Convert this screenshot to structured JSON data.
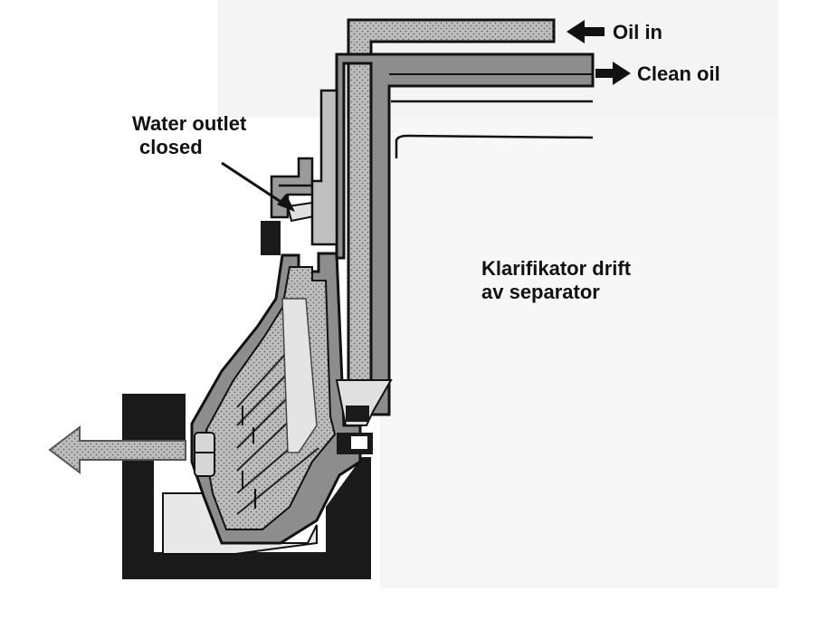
{
  "labels": {
    "oil_in": "Oil in",
    "clean_oil": "Clean oil",
    "water_outlet_line1": "Water outlet",
    "water_outlet_line2": "closed",
    "mode_line1": "Klarifikator drift",
    "mode_line2": "av separator"
  },
  "icons": [
    "arrow-left-icon",
    "arrow-right-icon",
    "outlet-arrow-icon"
  ],
  "colors": {
    "ink": "#111111",
    "steel": "#8d8d8d",
    "oil_fill": "#bdbdbd",
    "light_fill": "#d6d6d6",
    "paper": "#f4f4f4"
  }
}
